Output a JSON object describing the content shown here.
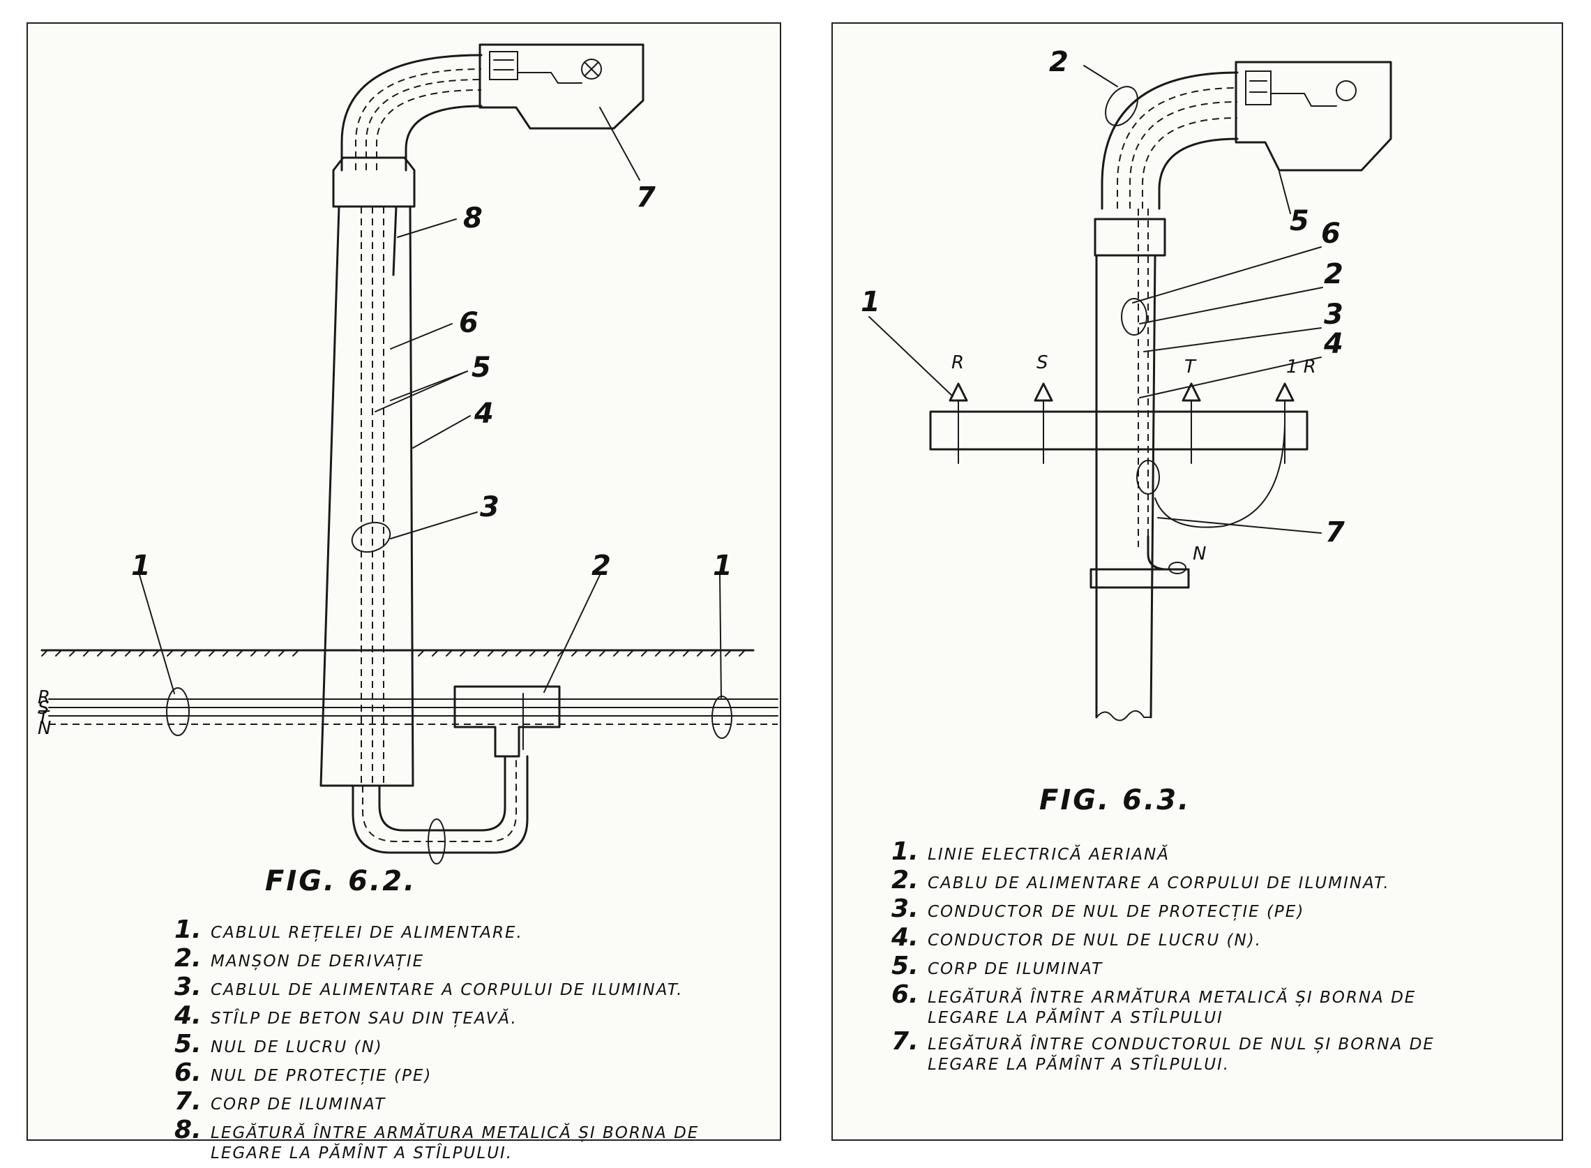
{
  "left": {
    "title": "FIG. 6.2.",
    "callouts": {
      "c1a": "1",
      "c1b": "1",
      "c2": "2",
      "c3": "3",
      "c4": "4",
      "c5": "5",
      "c6": "6",
      "c7": "7",
      "c8": "8"
    },
    "wire_labels": {
      "r": "R",
      "s": "S",
      "t": "T",
      "n": "N"
    },
    "legend": [
      {
        "num": "1.",
        "text": "CABLUL REȚELEI DE ALIMENTARE."
      },
      {
        "num": "2.",
        "text": "MANȘON DE DERIVAȚIE"
      },
      {
        "num": "3.",
        "text": "CABLUL DE ALIMENTARE A CORPULUI DE ILUMINAT."
      },
      {
        "num": "4.",
        "text": "STÎLP DE BETON SAU DIN ȚEAVĂ."
      },
      {
        "num": "5.",
        "text": "NUL DE LUCRU (N)"
      },
      {
        "num": "6.",
        "text": "NUL DE PROTECȚIE (PE)"
      },
      {
        "num": "7.",
        "text": "CORP DE ILUMINAT"
      },
      {
        "num": "8.",
        "text": "LEGĂTURĂ ÎNTRE ARMĂTURA METALICĂ ȘI BORNA DE",
        "text2": "LEGARE LA PĂMÎNT A STÎLPULUI."
      }
    ]
  },
  "right": {
    "title": "FIG. 6.3.",
    "callouts": {
      "c1": "1",
      "c2a": "2",
      "c2b": "2",
      "c3": "3",
      "c4": "4",
      "c5": "5",
      "c6": "6",
      "c7": "7"
    },
    "phase_labels": {
      "r": "R",
      "s": "S",
      "t": "T",
      "n": "1 R",
      "neutral": "N"
    },
    "legend": [
      {
        "num": "1.",
        "text": "LINIE ELECTRICĂ AERIANĂ"
      },
      {
        "num": "2.",
        "text": "CABLU DE ALIMENTARE A CORPULUI DE ILUMINAT."
      },
      {
        "num": "3.",
        "text": "CONDUCTOR DE NUL DE PROTECȚIE (PE)"
      },
      {
        "num": "4.",
        "text": "CONDUCTOR DE NUL DE LUCRU (N)."
      },
      {
        "num": "5.",
        "text": "CORP DE ILUMINAT"
      },
      {
        "num": "6.",
        "text": "LEGĂTURĂ ÎNTRE ARMĂTURA METALICĂ ȘI BORNA DE",
        "text2": "LEGARE LA PĂMÎNT A STÎLPULUI"
      },
      {
        "num": "7.",
        "text": "LEGĂTURĂ ÎNTRE CONDUCTORUL DE NUL ȘI BORNA DE",
        "text2": "LEGARE LA PĂMÎNT A STÎLPULUI."
      }
    ]
  }
}
